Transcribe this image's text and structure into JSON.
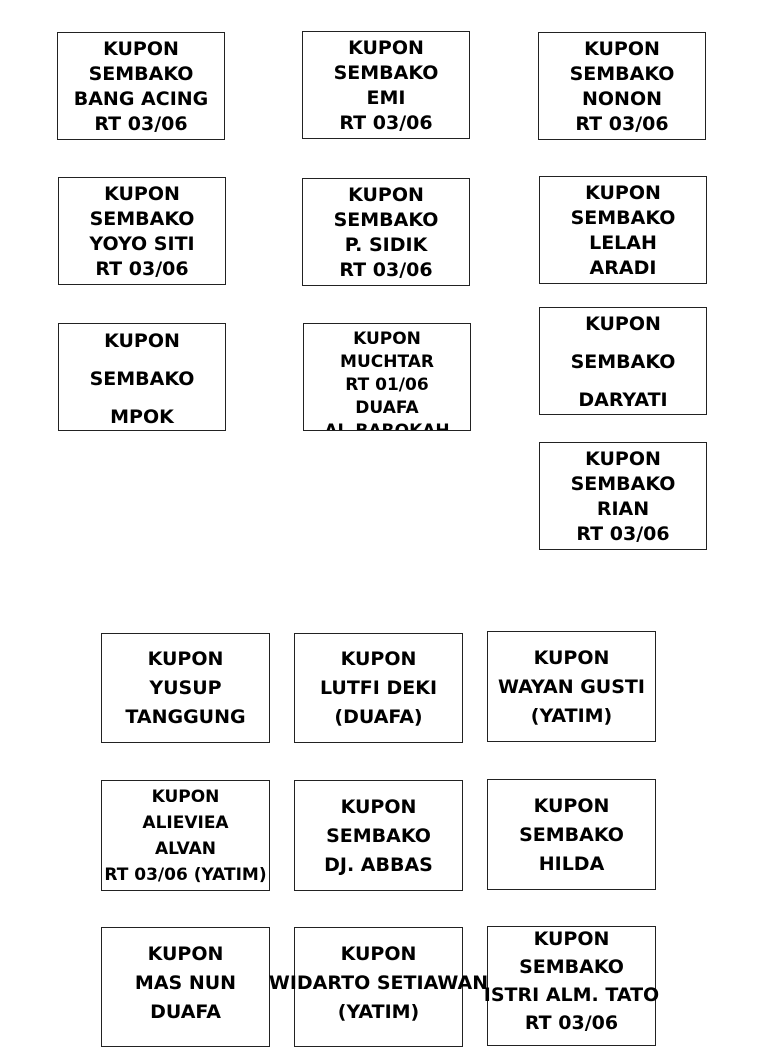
{
  "coupons": [
    {
      "lines": [
        "KUPON",
        "SEMBAKO",
        "BANG ACING",
        "RT 03/06"
      ]
    },
    {
      "lines": [
        "KUPON",
        "SEMBAKO",
        "EMI",
        "RT 03/06"
      ]
    },
    {
      "lines": [
        "KUPON",
        "SEMBAKO",
        "NONON",
        "RT 03/06"
      ]
    },
    {
      "lines": [
        "KUPON",
        "SEMBAKO",
        "YOYO SITI",
        "RT 03/06"
      ]
    },
    {
      "lines": [
        "KUPON",
        "SEMBAKO",
        "P. SIDIK",
        "RT 03/06"
      ]
    },
    {
      "lines": [
        "KUPON",
        "SEMBAKO",
        "LELAH",
        "ARADI"
      ]
    },
    {
      "lines": [
        "KUPON",
        "SEMBAKO",
        "MPOK"
      ]
    },
    {
      "lines": [
        "KUPON",
        "MUCHTAR",
        "RT 01/06",
        "DUAFA",
        "AL-BAROKAH"
      ]
    },
    {
      "lines": [
        "KUPON",
        "SEMBAKO",
        "DARYATI"
      ]
    },
    {
      "lines": [
        "KUPON",
        "SEMBAKO",
        "RIAN",
        "RT 03/06"
      ]
    },
    {
      "lines": [
        "KUPON",
        "YUSUP",
        "TANGGUNG"
      ]
    },
    {
      "lines": [
        "KUPON",
        "LUTFI DEKI",
        "(DUAFA)"
      ]
    },
    {
      "lines": [
        "KUPON",
        "WAYAN GUSTI",
        "(YATIM)"
      ]
    },
    {
      "lines": [
        "KUPON",
        "ALIEVIEA",
        "ALVAN",
        "RT 03/06 (YATIM)"
      ]
    },
    {
      "lines": [
        "KUPON",
        "SEMBAKO",
        "DJ. ABBAS"
      ]
    },
    {
      "lines": [
        "KUPON",
        "SEMBAKO",
        "HILDA"
      ]
    },
    {
      "lines": [
        "KUPON",
        "MAS NUN",
        "DUAFA"
      ]
    },
    {
      "lines": [
        "KUPON",
        "WIDARTO SETIAWAN",
        "(YATIM)"
      ]
    },
    {
      "lines": [
        "KUPON",
        "SEMBAKO",
        "ISTRI ALM. TATO",
        "RT 03/06"
      ]
    }
  ]
}
